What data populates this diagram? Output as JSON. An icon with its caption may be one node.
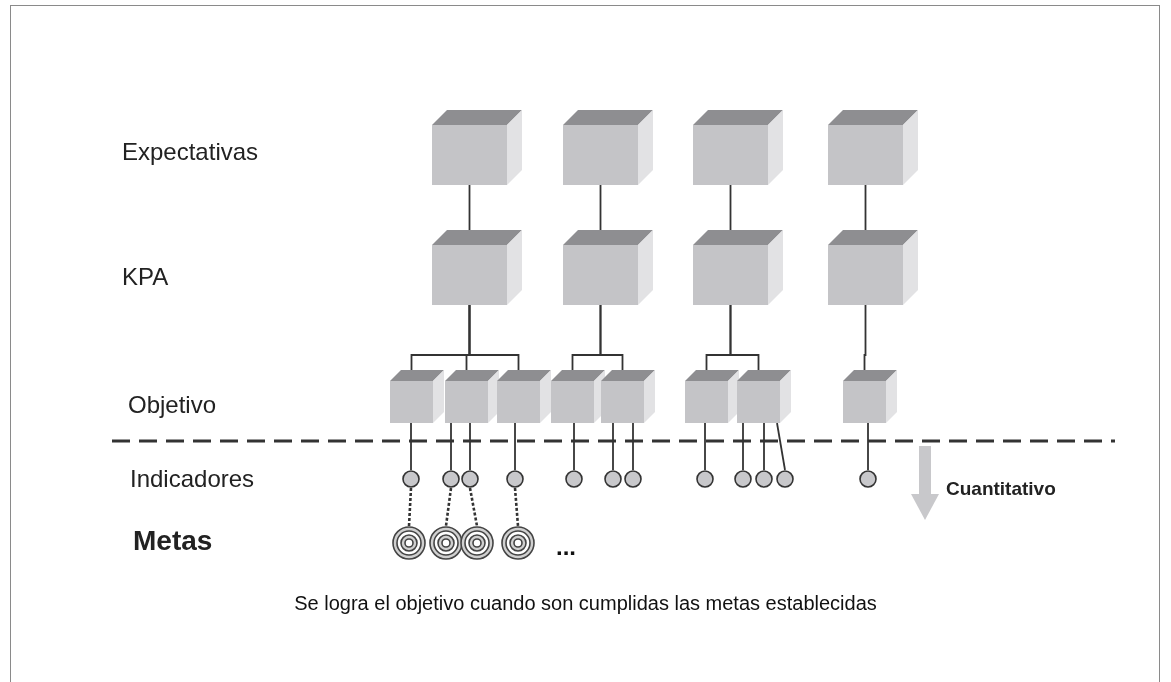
{
  "diagram": {
    "caption": "Se logra el objetivo cuando son cumplidas las metas establecidas",
    "nodes": [
      {
        "text": [],
        "shape": "cube"
      },
      {
        "text": [],
        "shape": "cube"
      },
      {
        "text": [],
        "shape": "cube"
      },
      {
        "text": [],
        "shape": "cube"
      },
      {
        "text": [],
        "shape": "cube"
      },
      {
        "text": [],
        "shape": "cube"
      },
      {
        "text": [],
        "shape": "cube"
      },
      {
        "text": [],
        "shape": "cube"
      },
      {
        "text": [],
        "shape": "cube"
      },
      {
        "text": [],
        "shape": "cube"
      },
      {
        "text": [],
        "shape": "cube"
      },
      {
        "text": [],
        "shape": "cube"
      },
      {
        "text": [],
        "shape": "cube"
      },
      {
        "text": [],
        "shape": "cube"
      },
      {
        "text": [],
        "shape": "cube"
      },
      {
        "text": [],
        "shape": "cube"
      },
      {
        "text": [],
        "shape": "circle"
      },
      {
        "text": [],
        "shape": "circle"
      },
      {
        "text": [],
        "shape": "circle"
      },
      {
        "text": [],
        "shape": "circle"
      },
      {
        "text": [],
        "shape": "circle"
      },
      {
        "text": [],
        "shape": "circle"
      },
      {
        "text": [],
        "shape": "circle"
      },
      {
        "text": [],
        "shape": "circle"
      },
      {
        "text": [],
        "shape": "circle"
      },
      {
        "text": [],
        "shape": "circle"
      },
      {
        "text": [],
        "shape": "circle"
      },
      {
        "text": [],
        "shape": "circle"
      },
      {
        "text": [],
        "shape": "target"
      },
      {
        "text": [],
        "shape": "target"
      },
      {
        "text": [],
        "shape": "target"
      },
      {
        "text": [],
        "shape": "target"
      }
    ],
    "edges": [
      {
        "from": 0,
        "to": 4,
        "arrow": "none"
      },
      {
        "from": 1,
        "to": 5,
        "arrow": "none"
      },
      {
        "from": 2,
        "to": 6,
        "arrow": "none"
      },
      {
        "from": 3,
        "to": 7,
        "arrow": "none"
      },
      {
        "from": 4,
        "to": 8,
        "arrow": "none"
      },
      {
        "from": 4,
        "to": 9,
        "arrow": "none"
      },
      {
        "from": 4,
        "to": 10,
        "arrow": "none"
      },
      {
        "from": 5,
        "to": 11,
        "arrow": "none"
      },
      {
        "from": 5,
        "to": 12,
        "arrow": "none"
      },
      {
        "from": 6,
        "to": 13,
        "arrow": "none"
      },
      {
        "from": 6,
        "to": 14,
        "arrow": "none"
      },
      {
        "from": 7,
        "to": 15,
        "arrow": "none"
      },
      {
        "from": 8,
        "to": 16,
        "arrow": "none"
      },
      {
        "from": 9,
        "to": 17,
        "arrow": "none"
      },
      {
        "from": 9,
        "to": 18,
        "arrow": "none"
      },
      {
        "from": 10,
        "to": 19,
        "arrow": "none"
      },
      {
        "from": 11,
        "to": 20,
        "arrow": "none"
      },
      {
        "from": 12,
        "to": 21,
        "arrow": "none"
      },
      {
        "from": 12,
        "to": 22,
        "arrow": "none"
      },
      {
        "from": 13,
        "to": 23,
        "arrow": "none"
      },
      {
        "from": 14,
        "to": 24,
        "arrow": "none"
      },
      {
        "from": 14,
        "to": 25,
        "arrow": "none"
      },
      {
        "from": 14,
        "to": 26,
        "arrow": "none"
      },
      {
        "from": 15,
        "to": 27,
        "arrow": "none"
      },
      {
        "from": 16,
        "to": 28,
        "arrow": "none",
        "style": "dashed"
      },
      {
        "from": 17,
        "to": 29,
        "arrow": "none",
        "style": "dashed"
      },
      {
        "from": 18,
        "to": 30,
        "arrow": "none",
        "style": "dashed"
      },
      {
        "from": 19,
        "to": 31,
        "arrow": "none",
        "style": "dashed"
      }
    ],
    "labels": [
      "Expectativas",
      "KPA",
      "Objetivo",
      "Indicadores",
      "Cuantitativo",
      "Metas",
      "..."
    ]
  }
}
